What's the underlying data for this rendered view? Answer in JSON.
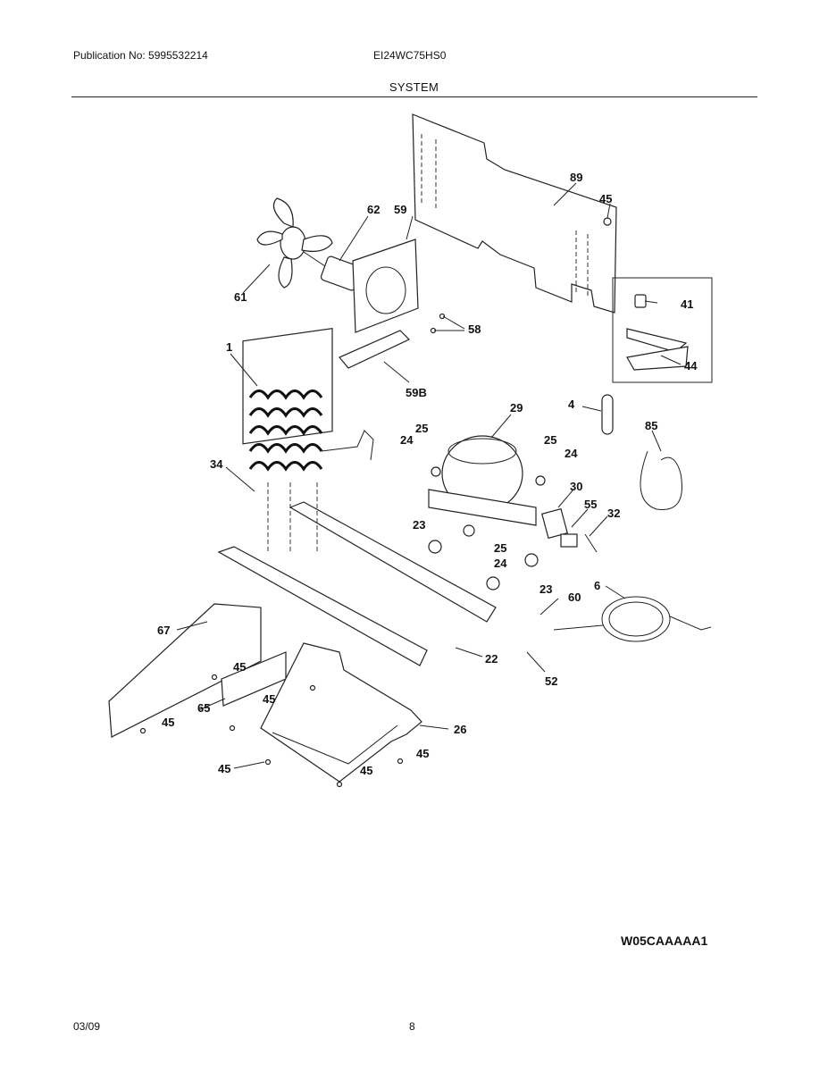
{
  "header": {
    "publication": "Publication No: 5995532214",
    "model": "EI24WC75HS0",
    "section": "SYSTEM"
  },
  "diagram": {
    "callouts": [
      "89",
      "45",
      "62",
      "59",
      "61",
      "58",
      "41",
      "44",
      "1",
      "59B",
      "29",
      "4",
      "85",
      "25",
      "24",
      "25",
      "24",
      "34",
      "30",
      "55",
      "32",
      "23",
      "25",
      "24",
      "23",
      "60",
      "6",
      "67",
      "45",
      "22",
      "52",
      "65",
      "45",
      "45",
      "26",
      "45",
      "45",
      "45"
    ]
  },
  "footer": {
    "diagram_code": "W05CAAAAA1",
    "date": "03/09",
    "page": "8"
  }
}
